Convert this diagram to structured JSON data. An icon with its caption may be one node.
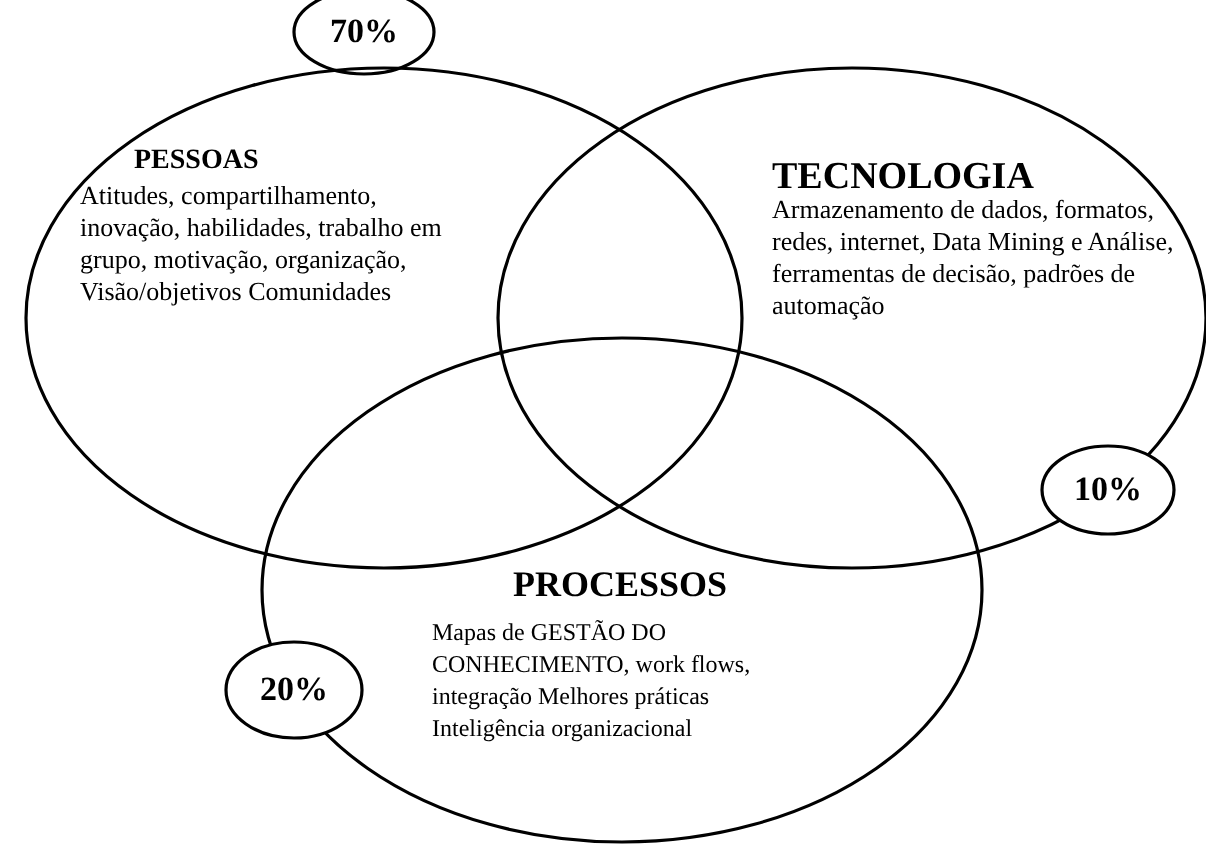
{
  "diagram": {
    "nodes": [
      {
        "text": [
          "70%"
        ]
      },
      {
        "text": [
          "PESSOAS",
          "Atitudes, compartilhamento, inovação, habilidades, trabalho em grupo, motivação, organização, Visão/objetivos Comunidades"
        ]
      },
      {
        "text": [
          "TECNOLOGIA",
          "Armazenamento de dados, formatos, redes, internet, Data Mining e Análise, ferramentas de decisão, padrões de automação"
        ]
      },
      {
        "text": [
          "10%"
        ]
      },
      {
        "text": [
          "PROCESSOS",
          "Mapas de GESTÃO DO CONHECIMENTO, work flows, integração Melhores práticas Inteligência organizacional"
        ]
      },
      {
        "text": [
          "20%"
        ]
      }
    ],
    "edges": []
  }
}
